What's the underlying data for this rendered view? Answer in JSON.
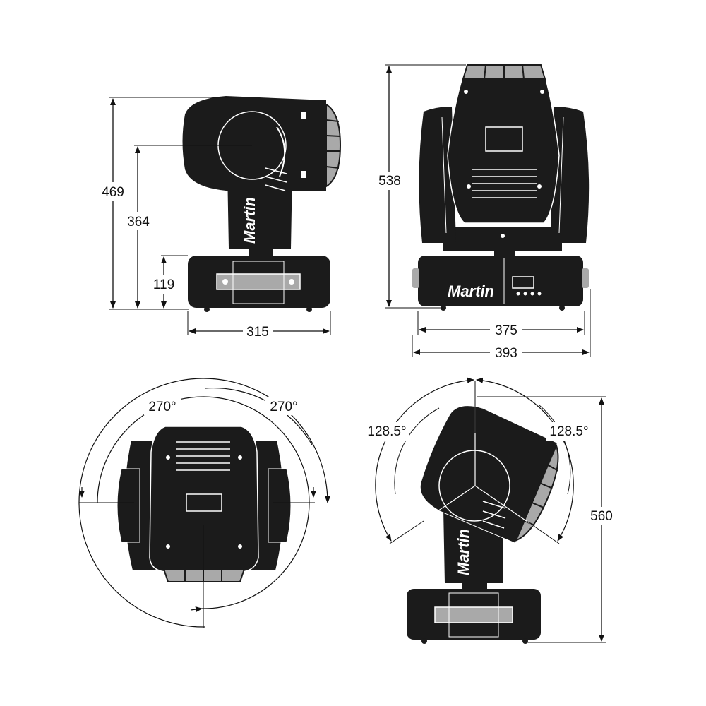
{
  "brand": "Martin",
  "colors": {
    "body": "#1b1b1b",
    "line": "#111111",
    "accent_gray": "#a9a9a9",
    "background": "#ffffff"
  },
  "views": {
    "side": {
      "height_total": "469",
      "height_tilt_axis": "364",
      "height_base": "119",
      "width_base": "315"
    },
    "front": {
      "height_total": "538",
      "width_base": "375",
      "width_total": "393"
    },
    "top": {
      "pan_left": "270°",
      "pan_right": "270°"
    },
    "tilted": {
      "tilt_left": "128.5°",
      "tilt_right": "128.5°",
      "height_total": "560"
    }
  }
}
